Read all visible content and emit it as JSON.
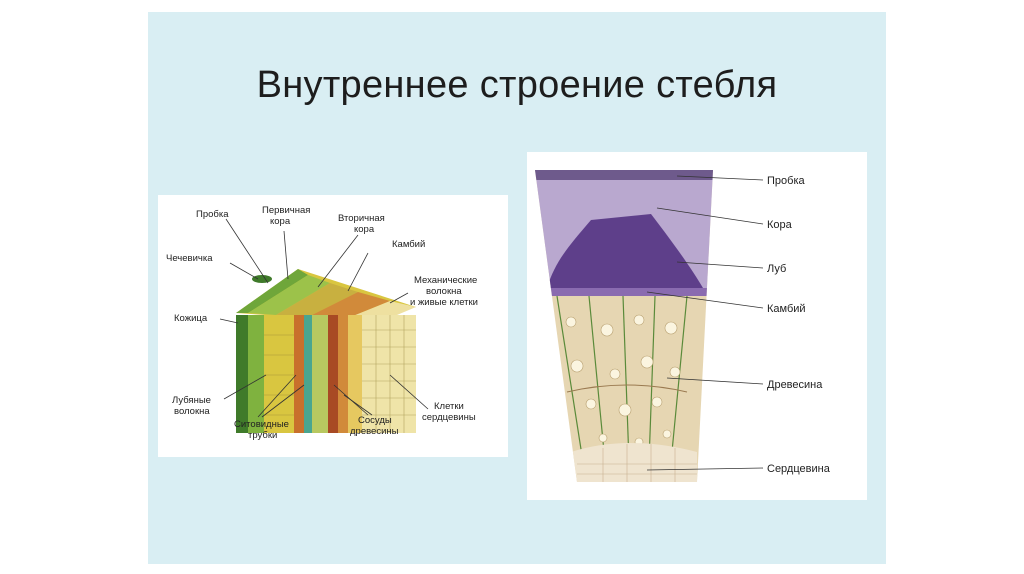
{
  "slide": {
    "title": "Внутреннее строение стебля"
  },
  "left_diagram": {
    "labels": {
      "probka": "Пробка",
      "pervichnaya_1": "Первичная",
      "pervichnaya_2": "кора",
      "vtorichnaya_1": "Вторичная",
      "vtorichnaya_2": "кора",
      "kambiy": "Камбий",
      "chechevichka": "Чечевичка",
      "mekh_1": "Механические",
      "mekh_2": "волокна",
      "mekh_3": "и живые клетки",
      "kozhitsa": "Кожица",
      "lub_1": "Лубяные",
      "lub_2": "волокна",
      "sito_1": "Ситовидные",
      "sito_2": "трубки",
      "sosudy_1": "Сосуды",
      "sosudy_2": "древесины",
      "kletki_1": "Клетки",
      "kletki_2": "сердцевины"
    }
  },
  "right_diagram": {
    "labels": {
      "probka": "Пробка",
      "kora": "Кора",
      "lub": "Луб",
      "kambiy": "Камбий",
      "drevesina": "Древесина",
      "serdtsevina": "Сердцевина"
    }
  },
  "colors": {
    "slide_bg": "#d9eef3",
    "cork": "#b9a8cf",
    "cortex": "#8a6bb0",
    "phloem": "#5e3f8a",
    "wood": "#e6d6b2",
    "pith": "#efe4cf",
    "stem_green": "#6fa63a",
    "stem_yellow": "#d9c640",
    "stem_orange": "#c8702c",
    "stem_teal": "#4aa58f"
  }
}
